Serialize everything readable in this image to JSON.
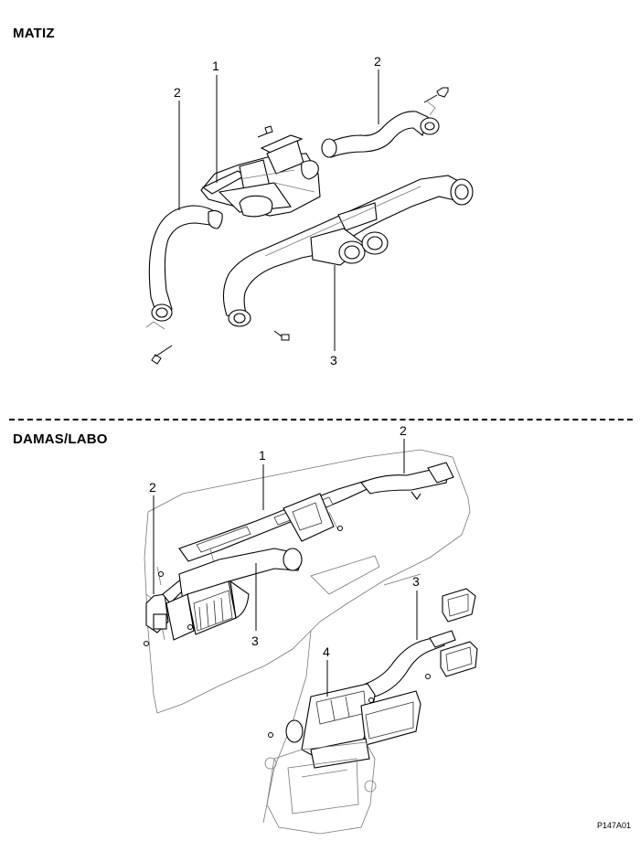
{
  "sections": [
    {
      "title": "MATIZ",
      "callouts": [
        "1",
        "2",
        "2",
        "3"
      ]
    },
    {
      "title": "DAMAS/LABO",
      "callouts": [
        "1",
        "2",
        "2",
        "3",
        "3",
        "4"
      ]
    }
  ],
  "reference_code": "P147A01"
}
